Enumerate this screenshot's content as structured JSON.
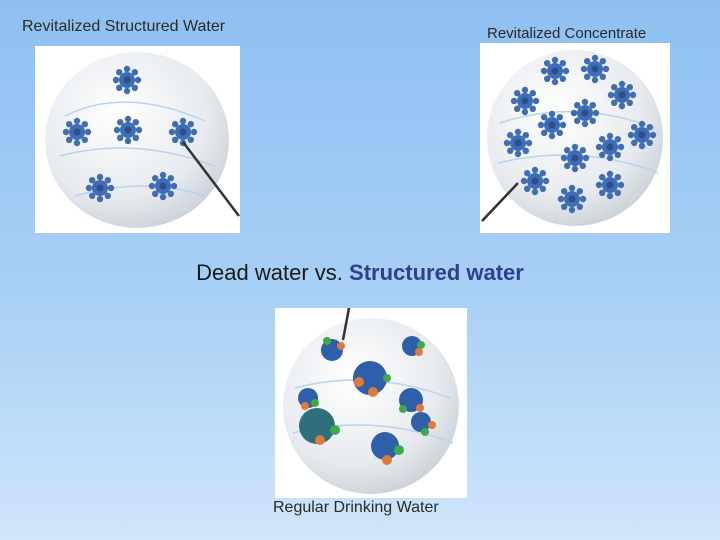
{
  "labels": {
    "top_left": "Revitalized Structured Water",
    "top_right": "Revitalized Concentrate",
    "bottom": "Regular Drinking Water"
  },
  "caption": {
    "part1": "Dead water vs.",
    "part2": "Structured water"
  },
  "colors": {
    "background_top": "#8ec0f2",
    "cluster_blue": "#3f6db5",
    "molecule_blue": "#2f5fa8",
    "hydrogen_orange": "#e07a3a",
    "hydrogen_green": "#3faa4a",
    "caption_emphasis": "#2e3f8f"
  },
  "icons": [
    "structured-water-cluster-icon",
    "water-molecule-icon",
    "pointer-line"
  ]
}
